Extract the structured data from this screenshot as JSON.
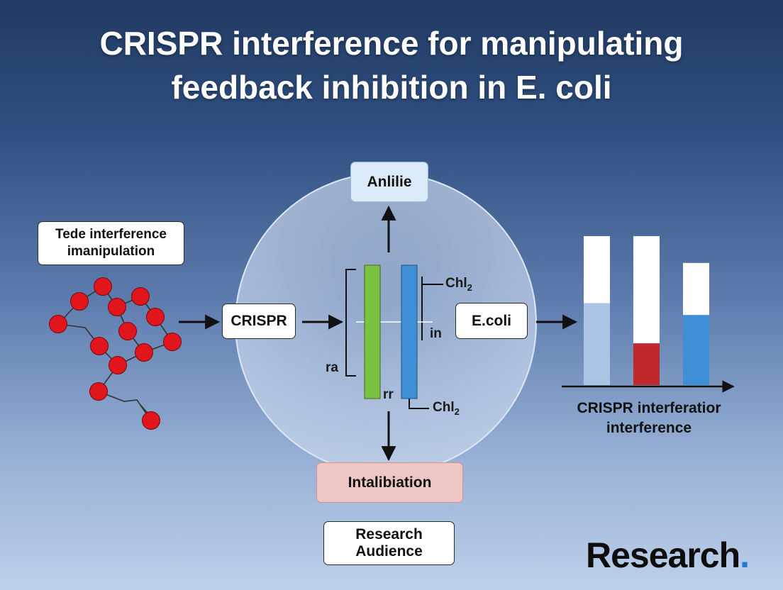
{
  "title": {
    "line1": "CRISPR interference for manipulating",
    "line2": "feedback inhibition in E. coli"
  },
  "left_box": {
    "line1": "Tede interference",
    "line2": "imanipulation"
  },
  "crispr_box": "CRISPR",
  "top_box": "Anlilie",
  "ecoli_box": "E.coli",
  "bottom_box": "Intalibiation",
  "audience_box": {
    "line1": "Research",
    "line2": "Audience"
  },
  "mechanism_labels": {
    "right_top": "Chl",
    "right_top_sub": "2",
    "right_mid": "in",
    "right_bottom": "Chl",
    "right_bottom_sub": "2",
    "left": "ra",
    "bottom": "rr"
  },
  "strand_colors": {
    "green": "#7cc242",
    "blue": "#3f8fd6"
  },
  "chart_data": {
    "type": "bar",
    "categories": [
      "",
      "",
      ""
    ],
    "series": [
      {
        "values": [
          0.55,
          0.28,
          0.47
        ]
      },
      {
        "values": [
          0.45,
          0.72,
          0.35
        ]
      }
    ],
    "bar_colors": [
      "#a9c4e4",
      "#c0282d",
      "#3f8fd6"
    ],
    "caption_line1": "CRISPR  interferatior",
    "caption_line2": "interference"
  },
  "brand": {
    "text": "Research",
    "dot": "."
  }
}
